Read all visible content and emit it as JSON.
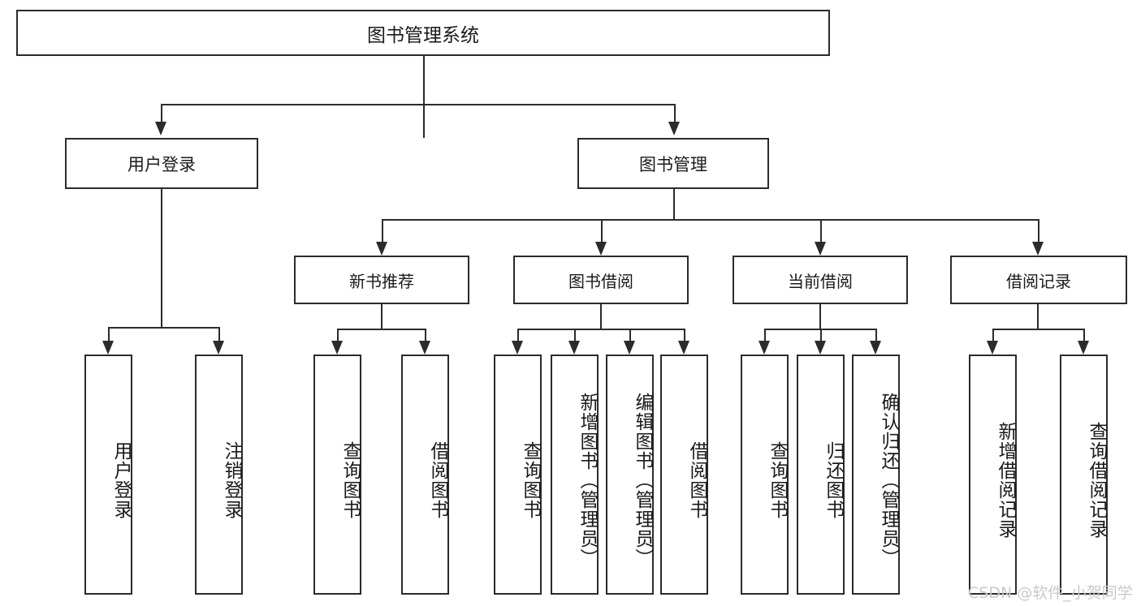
{
  "diagram": {
    "type": "tree-hierarchy-chart",
    "title": "图书管理系统",
    "background_color": "#ffffff",
    "line_color": "#2b2b2b",
    "text_color": "#1a1a1a",
    "root": {
      "label": "图书管理系统"
    },
    "level2": [
      {
        "label": "用户登录"
      },
      {
        "label": "图书管理"
      }
    ],
    "level3": [
      {
        "label": "新书推荐"
      },
      {
        "label": "图书借阅"
      },
      {
        "label": "当前借阅"
      },
      {
        "label": "借阅记录"
      }
    ],
    "leaves": {
      "user_login": [
        {
          "label": "用户登录"
        },
        {
          "label": "注销登录"
        }
      ],
      "new_book_recommend": [
        {
          "label": "查询图书"
        },
        {
          "label": "借阅图书"
        }
      ],
      "book_borrow": [
        {
          "label": "查询图书"
        },
        {
          "label": "新增图书（管理员）"
        },
        {
          "label": "编辑图书（管理员）"
        },
        {
          "label": "借阅图书"
        }
      ],
      "current_borrow": [
        {
          "label": "查询图书"
        },
        {
          "label": "归还图书"
        },
        {
          "label": "确认归还（管理员）"
        }
      ],
      "borrow_record": [
        {
          "label": "新增借阅记录"
        },
        {
          "label": "查询借阅记录"
        }
      ]
    }
  },
  "watermark": {
    "text": "CSDN @软件_小贺同学",
    "color": "#c9c9c9"
  }
}
